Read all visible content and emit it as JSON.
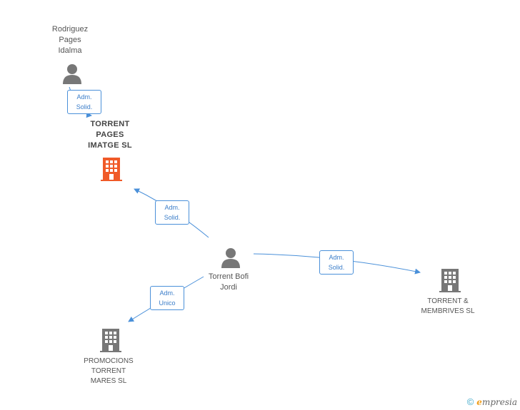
{
  "nodes": {
    "rodriguez": {
      "lines": [
        "Rodriguez",
        "Pages",
        "Idalma"
      ],
      "type": "person"
    },
    "torrent_pages": {
      "lines": [
        "TORRENT",
        "PAGES",
        "IMATGE SL"
      ],
      "type": "company-main"
    },
    "torrent_bofi": {
      "lines": [
        "Torrent Bofi",
        "Jordi"
      ],
      "type": "person"
    },
    "torrent_membrives": {
      "lines": [
        "TORRENT &",
        "MEMBRIVES SL"
      ],
      "type": "company"
    },
    "promocions": {
      "lines": [
        "PROMOCIONS",
        "TORRENT",
        "MARES SL"
      ],
      "type": "company"
    }
  },
  "edges": [
    {
      "from": "rodriguez",
      "to": "torrent_pages",
      "label": [
        "Adm.",
        "Solid."
      ]
    },
    {
      "from": "torrent_bofi",
      "to": "torrent_pages",
      "label": [
        "Adm.",
        "Solid."
      ]
    },
    {
      "from": "torrent_bofi",
      "to": "torrent_membrives",
      "label": [
        "Adm.",
        "Solid."
      ]
    },
    {
      "from": "torrent_bofi",
      "to": "promocions",
      "label": [
        "Adm.",
        "Unico"
      ]
    }
  ],
  "colors": {
    "edge": "#4a90d9",
    "icon_person": "#777777",
    "icon_company": "#777777",
    "icon_company_main": "#f05a28"
  },
  "footer": {
    "copyright": "©",
    "brand_initial": "e",
    "brand_rest": "mpresia"
  }
}
